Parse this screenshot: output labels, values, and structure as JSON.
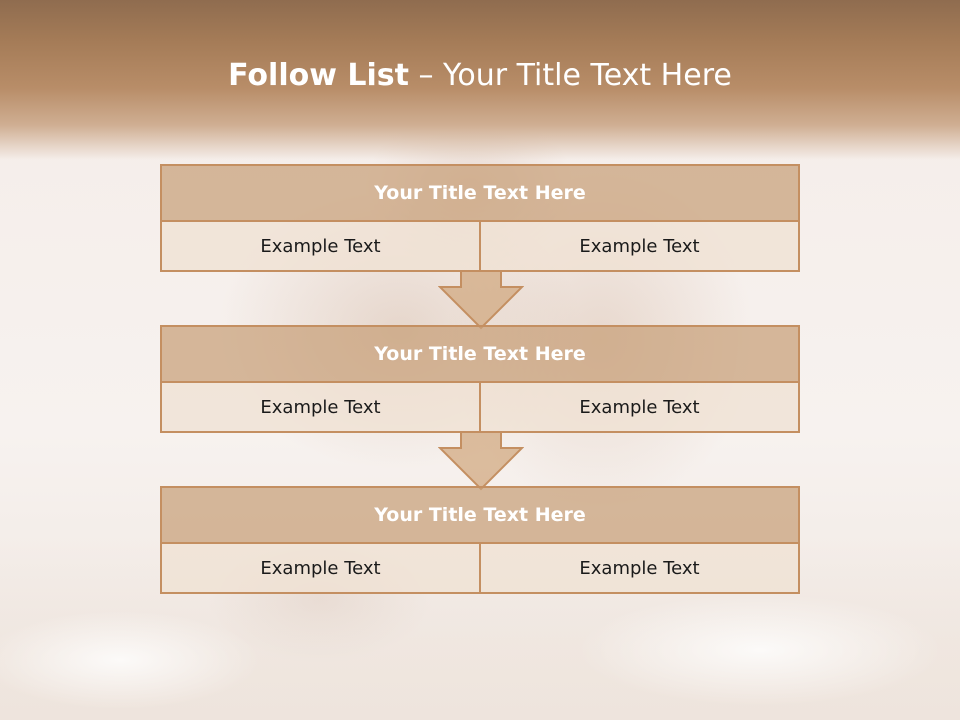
{
  "title": {
    "bold": "Follow List",
    "rest": " – Your Title Text Here"
  },
  "blocks": [
    {
      "heading": "Your Title Text Here",
      "left": "Example Text",
      "right": "Example Text"
    },
    {
      "heading": "Your Title Text Here",
      "left": "Example Text",
      "right": "Example Text"
    },
    {
      "heading": "Your Title Text Here",
      "left": "Example Text",
      "right": "Example Text"
    }
  ],
  "colors": {
    "accent_border": "#c48f61",
    "header_fill": "#c8a078",
    "cell_fill": "#f0e1d4",
    "band_top": "#8f6c4f"
  },
  "icons": [
    "down-arrow-icon",
    "down-arrow-icon"
  ]
}
